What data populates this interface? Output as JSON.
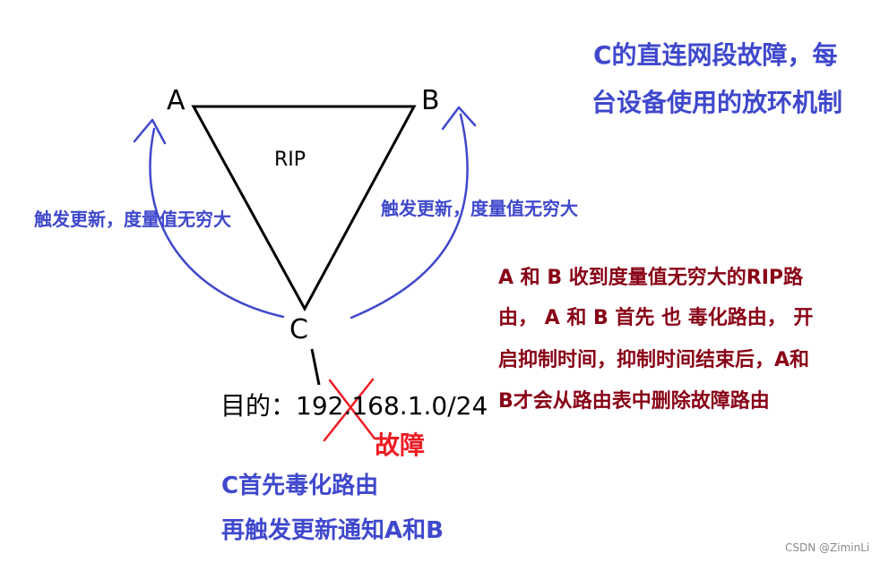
{
  "nodes": {
    "a": "A",
    "b": "B",
    "c": "C"
  },
  "protocol_label": "RIP",
  "title": {
    "line1": "C的直连网段故障，每",
    "line2": "台设备使用的放环机制"
  },
  "trigger_left": "触发更新，度量值无穷大",
  "trigger_right": "触发更新，度量值无穷大",
  "ab_note": [
    "A 和 B 收到度量值无穷大的RIP路",
    "由， A 和 B 首先 也 毒化路由， 开",
    "启抑制时间，抑制时间结束后，A和",
    "B才会从路由表中删除故障路由"
  ],
  "destination": "目的：192.168.1.0/24",
  "fault_label": "故障",
  "c_note": {
    "line1": "C首先毒化路由",
    "line2": "再触发更新通知A和B"
  },
  "watermark": "CSDN @ZiminLi",
  "colors": {
    "arrow_blue": "#3f48cc",
    "text_dark_red": "#880015",
    "fault_red": "#ed1c24",
    "line_black": "#000000"
  },
  "icons": {
    "fault_mark": "red-x-cross-icon"
  }
}
